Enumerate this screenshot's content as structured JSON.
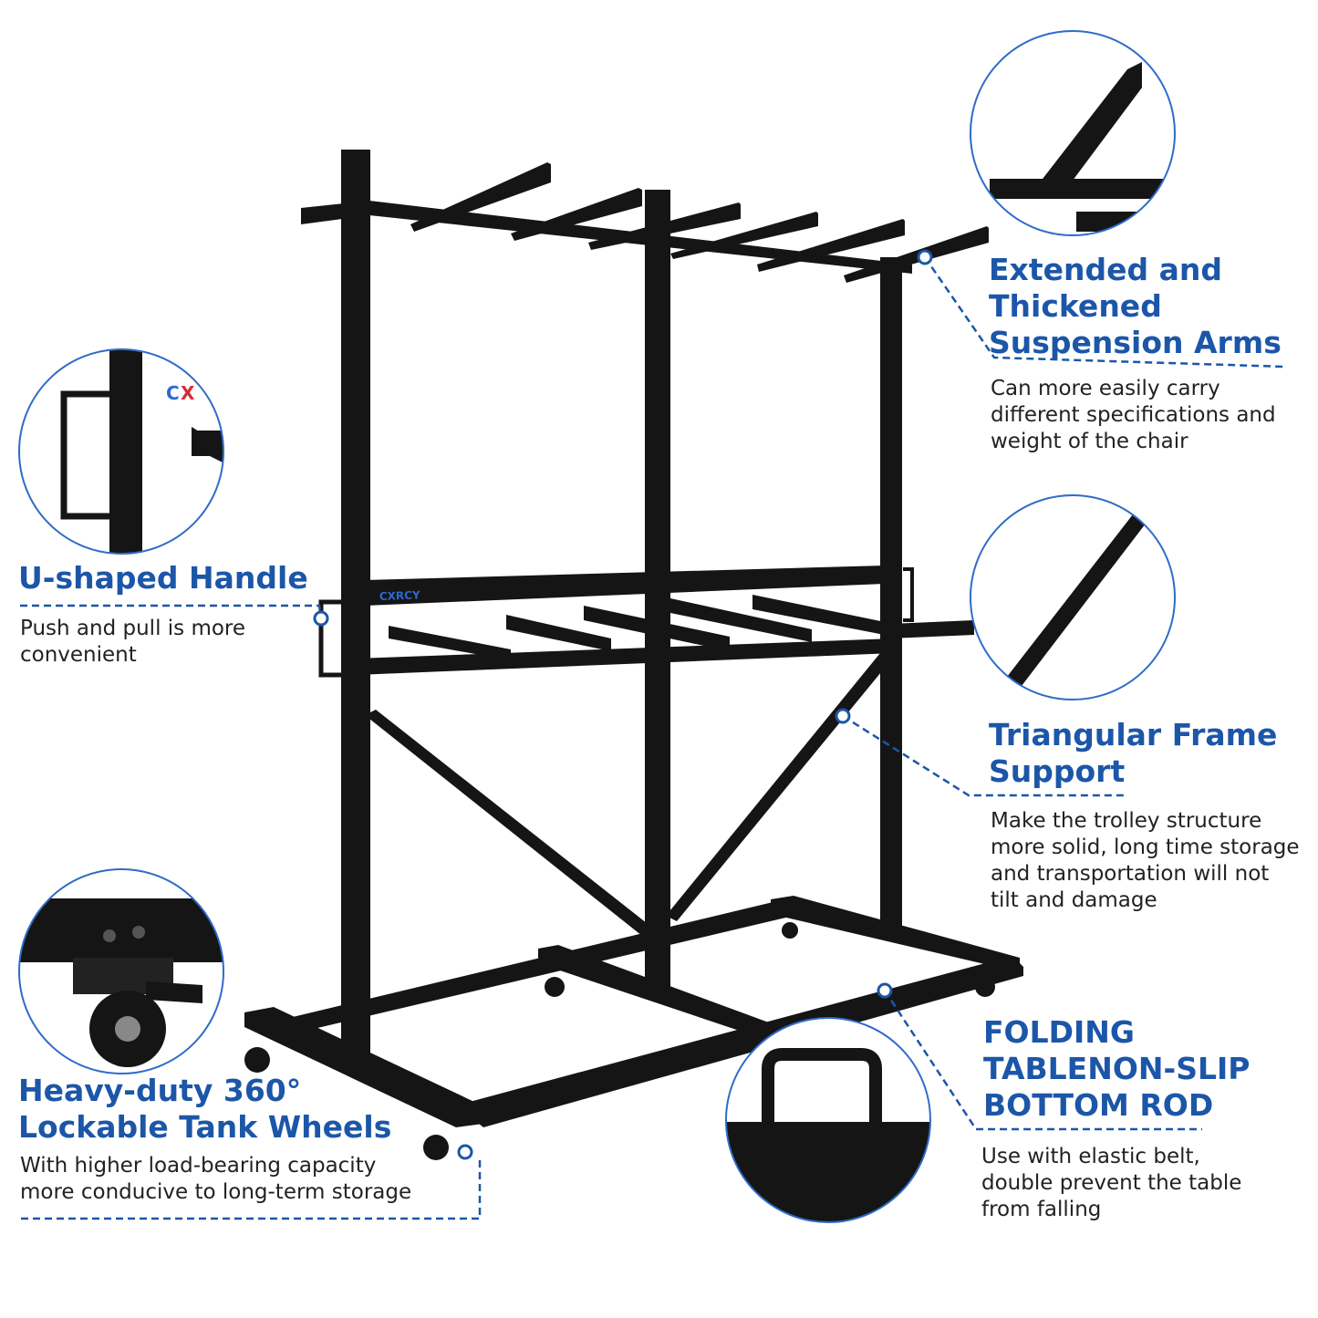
{
  "colors": {
    "accent": "#1c56a8",
    "frame": "#151515",
    "text": "#222222",
    "background": "#ffffff"
  },
  "brand_label": "CXRCY",
  "callouts": {
    "arms": {
      "title_lines": [
        "Extended and",
        "Thickened",
        "Suspension Arms"
      ],
      "desc_lines": [
        "Can more easily carry",
        "different specifications and",
        "weight of the chair"
      ]
    },
    "handle": {
      "title_lines": [
        "U-shaped Handle"
      ],
      "desc_lines": [
        "Push and pull is more",
        "convenient"
      ]
    },
    "triangle": {
      "title_lines": [
        "Triangular Frame",
        "Support"
      ],
      "desc_lines": [
        "Make the trolley structure",
        "more solid, long time storage",
        "and transportation will not",
        "tilt and damage"
      ]
    },
    "wheels": {
      "title_lines": [
        "Heavy-duty 360°",
        "Lockable Tank Wheels"
      ],
      "desc_lines": [
        "With higher load-bearing capacity",
        "more conducive to long-term storage"
      ]
    },
    "rod": {
      "title_lines": [
        "FOLDING",
        "TABLENON-SLIP",
        "BOTTOM ROD"
      ],
      "desc_lines": [
        "Use with elastic belt,",
        "double prevent the table",
        "from falling"
      ]
    }
  }
}
